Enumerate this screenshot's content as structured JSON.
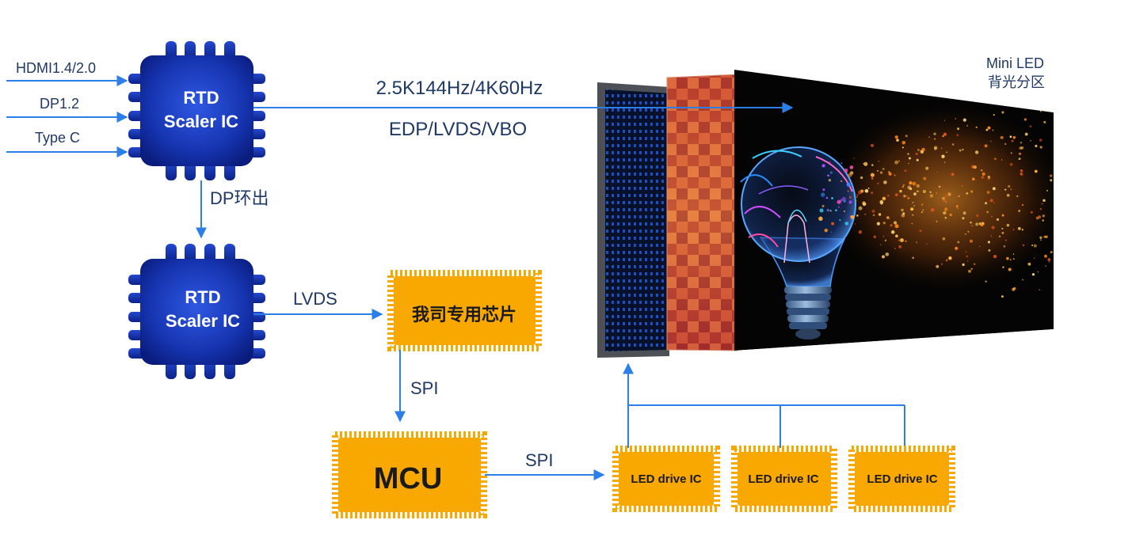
{
  "inputs": [
    {
      "label": "HDMI1.4/2.0"
    },
    {
      "label": "DP1.2"
    },
    {
      "label": "Type C"
    }
  ],
  "chips": {
    "scaler_top": {
      "line1": "RTD",
      "line2": "Scaler IC"
    },
    "scaler_bottom": {
      "line1": "RTD",
      "line2": "Scaler IC"
    },
    "custom": {
      "label": "我司专用芯片"
    },
    "mcu": {
      "label": "MCU"
    },
    "drivers": [
      "LED drive IC",
      "LED drive IC",
      "LED drive IC"
    ]
  },
  "links": {
    "main_top": "2.5K144Hz/4K60Hz",
    "main_bottom": "EDP/LVDS/VBO",
    "loop": "DP环出",
    "lvds": "LVDS",
    "spi_1": "SPI",
    "spi_2": "SPI"
  },
  "display": {
    "title_line1": "Mini LED",
    "title_line2": "背光分区"
  },
  "colors": {
    "chip_blue": "#1634b0",
    "chip_orange": "#f8a800",
    "arrow": "#2b7fe6",
    "label_text": "#1f3864"
  }
}
